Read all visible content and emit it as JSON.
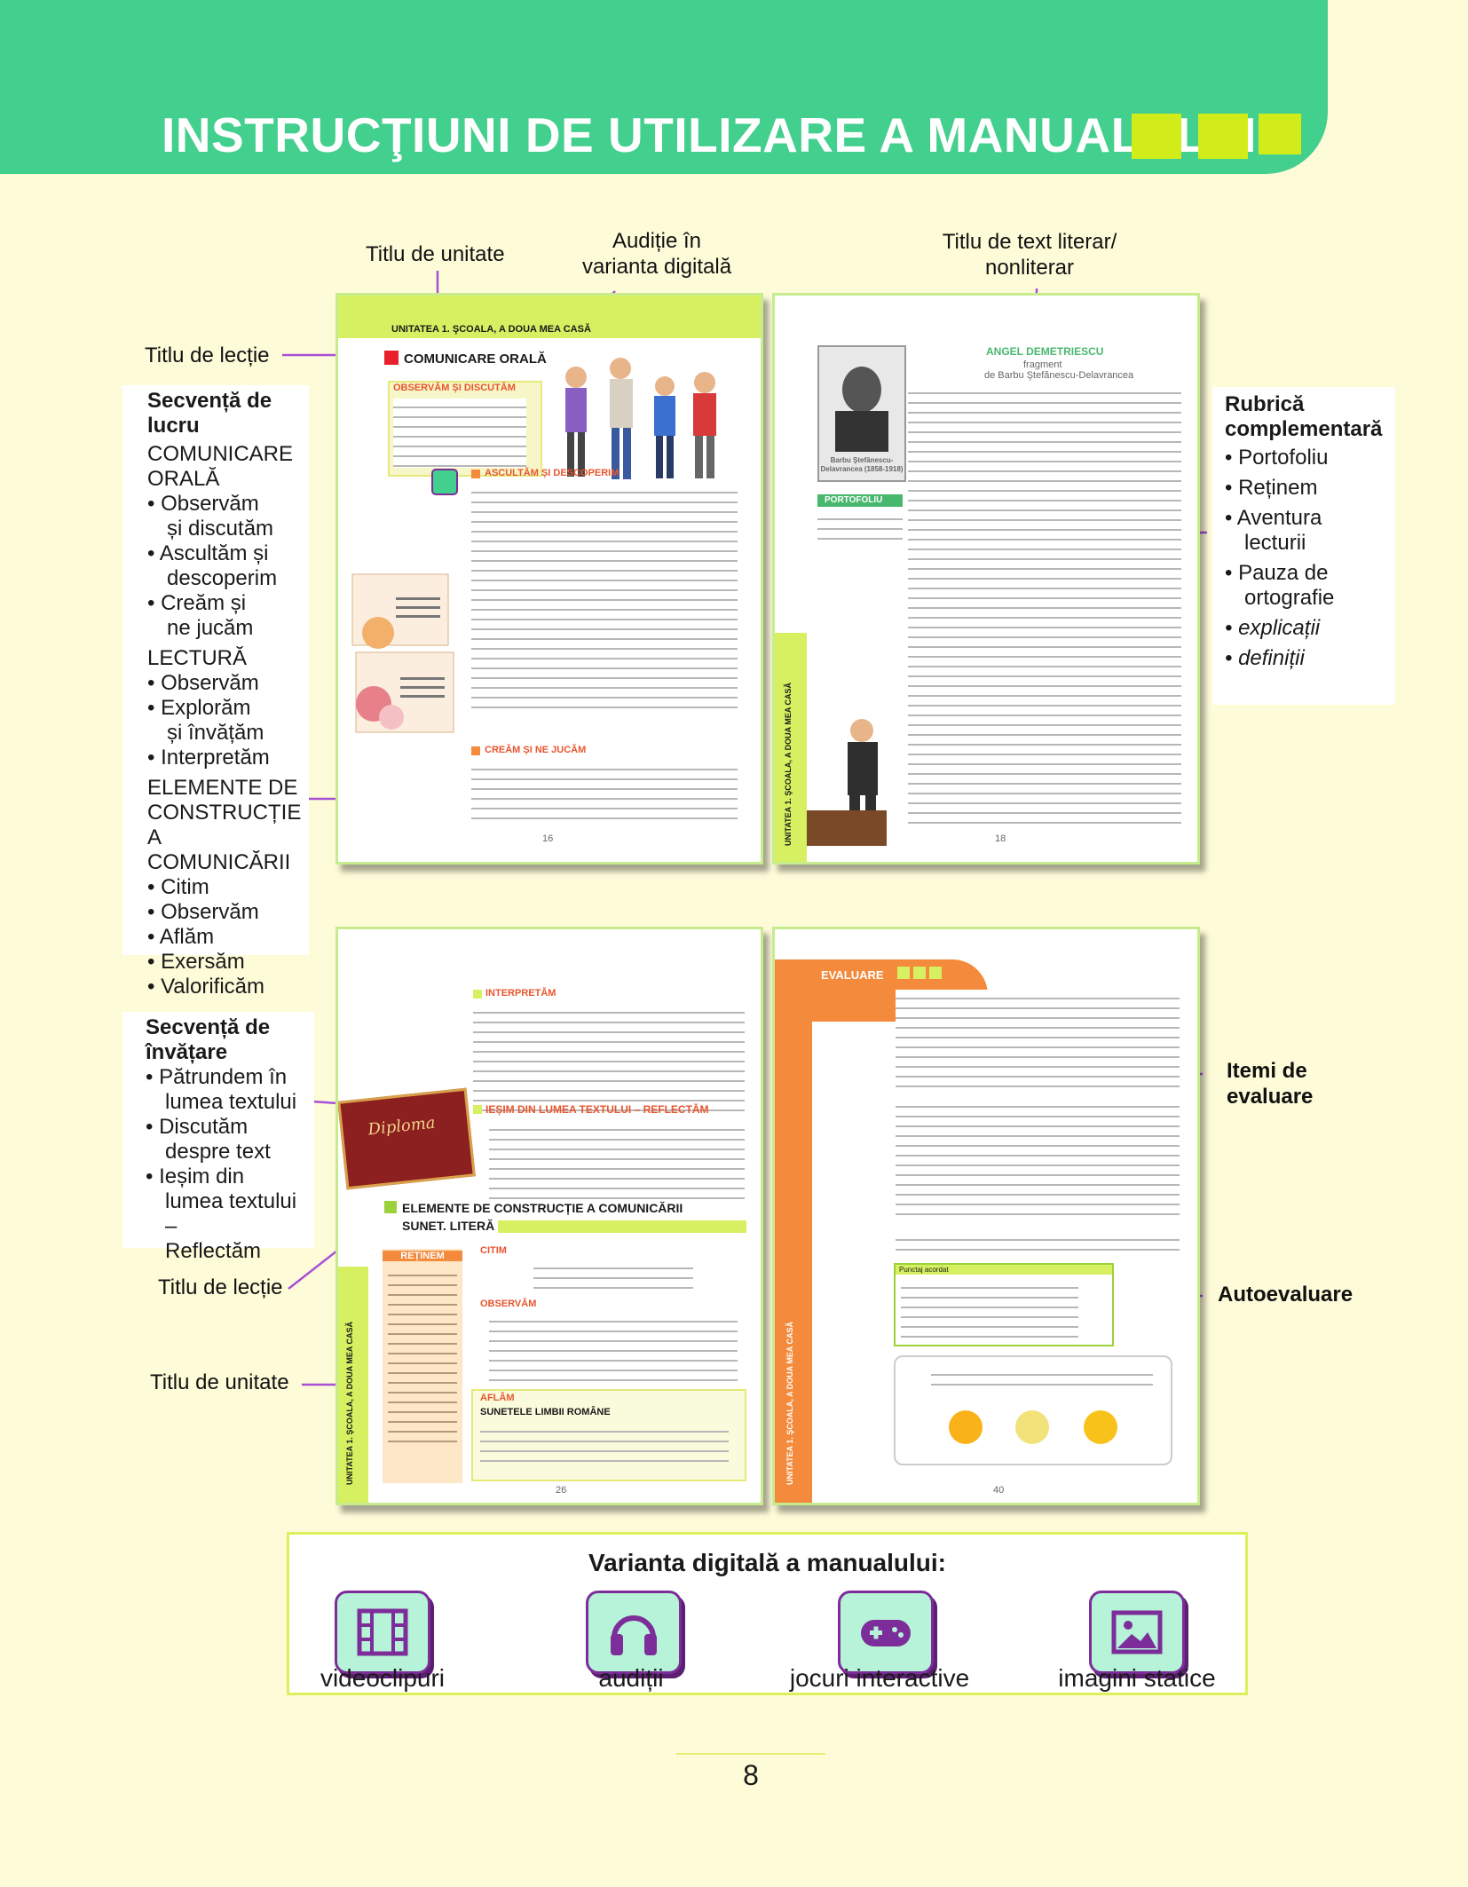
{
  "header": {
    "title": "INSTRUCŢIUNI DE UTILIZARE A MANUALULUI"
  },
  "callouts": {
    "unit_title_top": "Titlu de unitate",
    "audio_digital": [
      "Audiție în",
      "varianta digitală"
    ],
    "text_title": [
      "Titlu de text literar/",
      "nonliterar"
    ],
    "lesson_title_top": "Titlu de lecție",
    "lesson_title_bottom": "Titlu de lecție",
    "unit_title_bottom": "Titlu de unitate",
    "eval_items": [
      "Itemi de",
      "evaluare"
    ],
    "self_eval": "Autoevaluare"
  },
  "work_sequence": {
    "heading": "Secvență de lucru",
    "sections": [
      {
        "name": [
          "COMUNICARE",
          "ORALĂ"
        ],
        "items": [
          [
            "• Observăm",
            "și discutăm"
          ],
          [
            "• Ascultăm și",
            "descoperim"
          ],
          [
            "• Creăm și",
            "ne jucăm"
          ]
        ]
      },
      {
        "name": [
          "LECTURĂ"
        ],
        "items": [
          [
            "• Observăm"
          ],
          [
            "• Explorăm",
            "și învățăm"
          ],
          [
            "• Interpretăm"
          ]
        ]
      },
      {
        "name": [
          "ELEMENTE DE",
          "CONSTRUCȚIE",
          "A COMUNICĂRII"
        ],
        "items": [
          [
            "• Citim"
          ],
          [
            "• Observăm"
          ],
          [
            "• Aflăm"
          ],
          [
            "• Exersăm"
          ],
          [
            "• Valorificăm"
          ]
        ]
      }
    ]
  },
  "complementary": {
    "heading": [
      "Rubrică",
      "complementară"
    ],
    "items": [
      [
        "• Portofoliu"
      ],
      [
        "• Reținem"
      ],
      [
        "• Aventura",
        "lecturii"
      ],
      [
        "• Pauza de",
        "ortografie"
      ]
    ],
    "italic_items": [
      "• explicații",
      "• definiții"
    ]
  },
  "learning_sequence": {
    "heading": [
      "Secvență de",
      "învățare"
    ],
    "items": [
      [
        "• Pătrundem în",
        "lumea textului"
      ],
      [
        "• Discutăm",
        "despre text"
      ],
      [
        "• Ieșim din",
        "lumea textului –",
        "Reflectăm"
      ]
    ]
  },
  "pages": {
    "p1": {
      "unit": "UNITATEA 1. ŞCOALA, A DOUA MEA CASĂ",
      "lesson": "COMUNICARE ORALĂ",
      "s1": "OBSERVĂM ȘI DISCUTĂM",
      "s2": "ASCULTĂM ȘI DESCOPERIM",
      "s3": "CREĂM ȘI NE JUCĂM",
      "num": "16"
    },
    "p2": {
      "title": "ANGEL DEMETRIESCU",
      "sub": "fragment",
      "author": "de Barbu Ştefănescu-Delavrancea",
      "caption": "Barbu Ştefănescu-Delavrancea (1858-1918)",
      "portfolio": "PORTOFOLIU",
      "side": "UNITATEA 1. ŞCOALA, A DOUA MEA CASĂ",
      "num": "18"
    },
    "p3": {
      "s1": "INTERPRETĂM",
      "s2": "IEȘIM DIN LUMEA TEXTULUI – REFLECTĂM",
      "lesson": "ELEMENTE DE CONSTRUCȚIE A COMUNICĂRII",
      "lesson2": "SUNET. LITERĂ",
      "retinem": "REȚINEM",
      "citim": "CITIM",
      "observam": "OBSERVĂM",
      "aflam": "AFLĂM",
      "aflam_sub": "SUNETELE LIMBII ROMÂNE",
      "diploma": "Diploma",
      "side": "UNITATEA 1. ŞCOALA, A DOUA MEA CASĂ",
      "num": "26"
    },
    "p4": {
      "eval": "EVALUARE",
      "side": "UNITATEA 1. ŞCOALA, A DOUA MEA CASĂ",
      "num": "40",
      "punctaj": "Punctaj acordat"
    }
  },
  "digital": {
    "title": "Varianta digitală a manualului:",
    "items": [
      {
        "icon": "film-icon",
        "label": "videoclipuri"
      },
      {
        "icon": "headphones-icon",
        "label": "audiții"
      },
      {
        "icon": "gamepad-icon",
        "label": "jocuri  interactive"
      },
      {
        "icon": "image-icon",
        "label": "imagini statice"
      }
    ]
  },
  "footer": {
    "page_number": "8"
  },
  "colors": {
    "header": "#43cf8d",
    "accent_squares": "#d2ec1a",
    "callout_line": "#a84fd8",
    "icon_bg": "#b7f3d8"
  }
}
